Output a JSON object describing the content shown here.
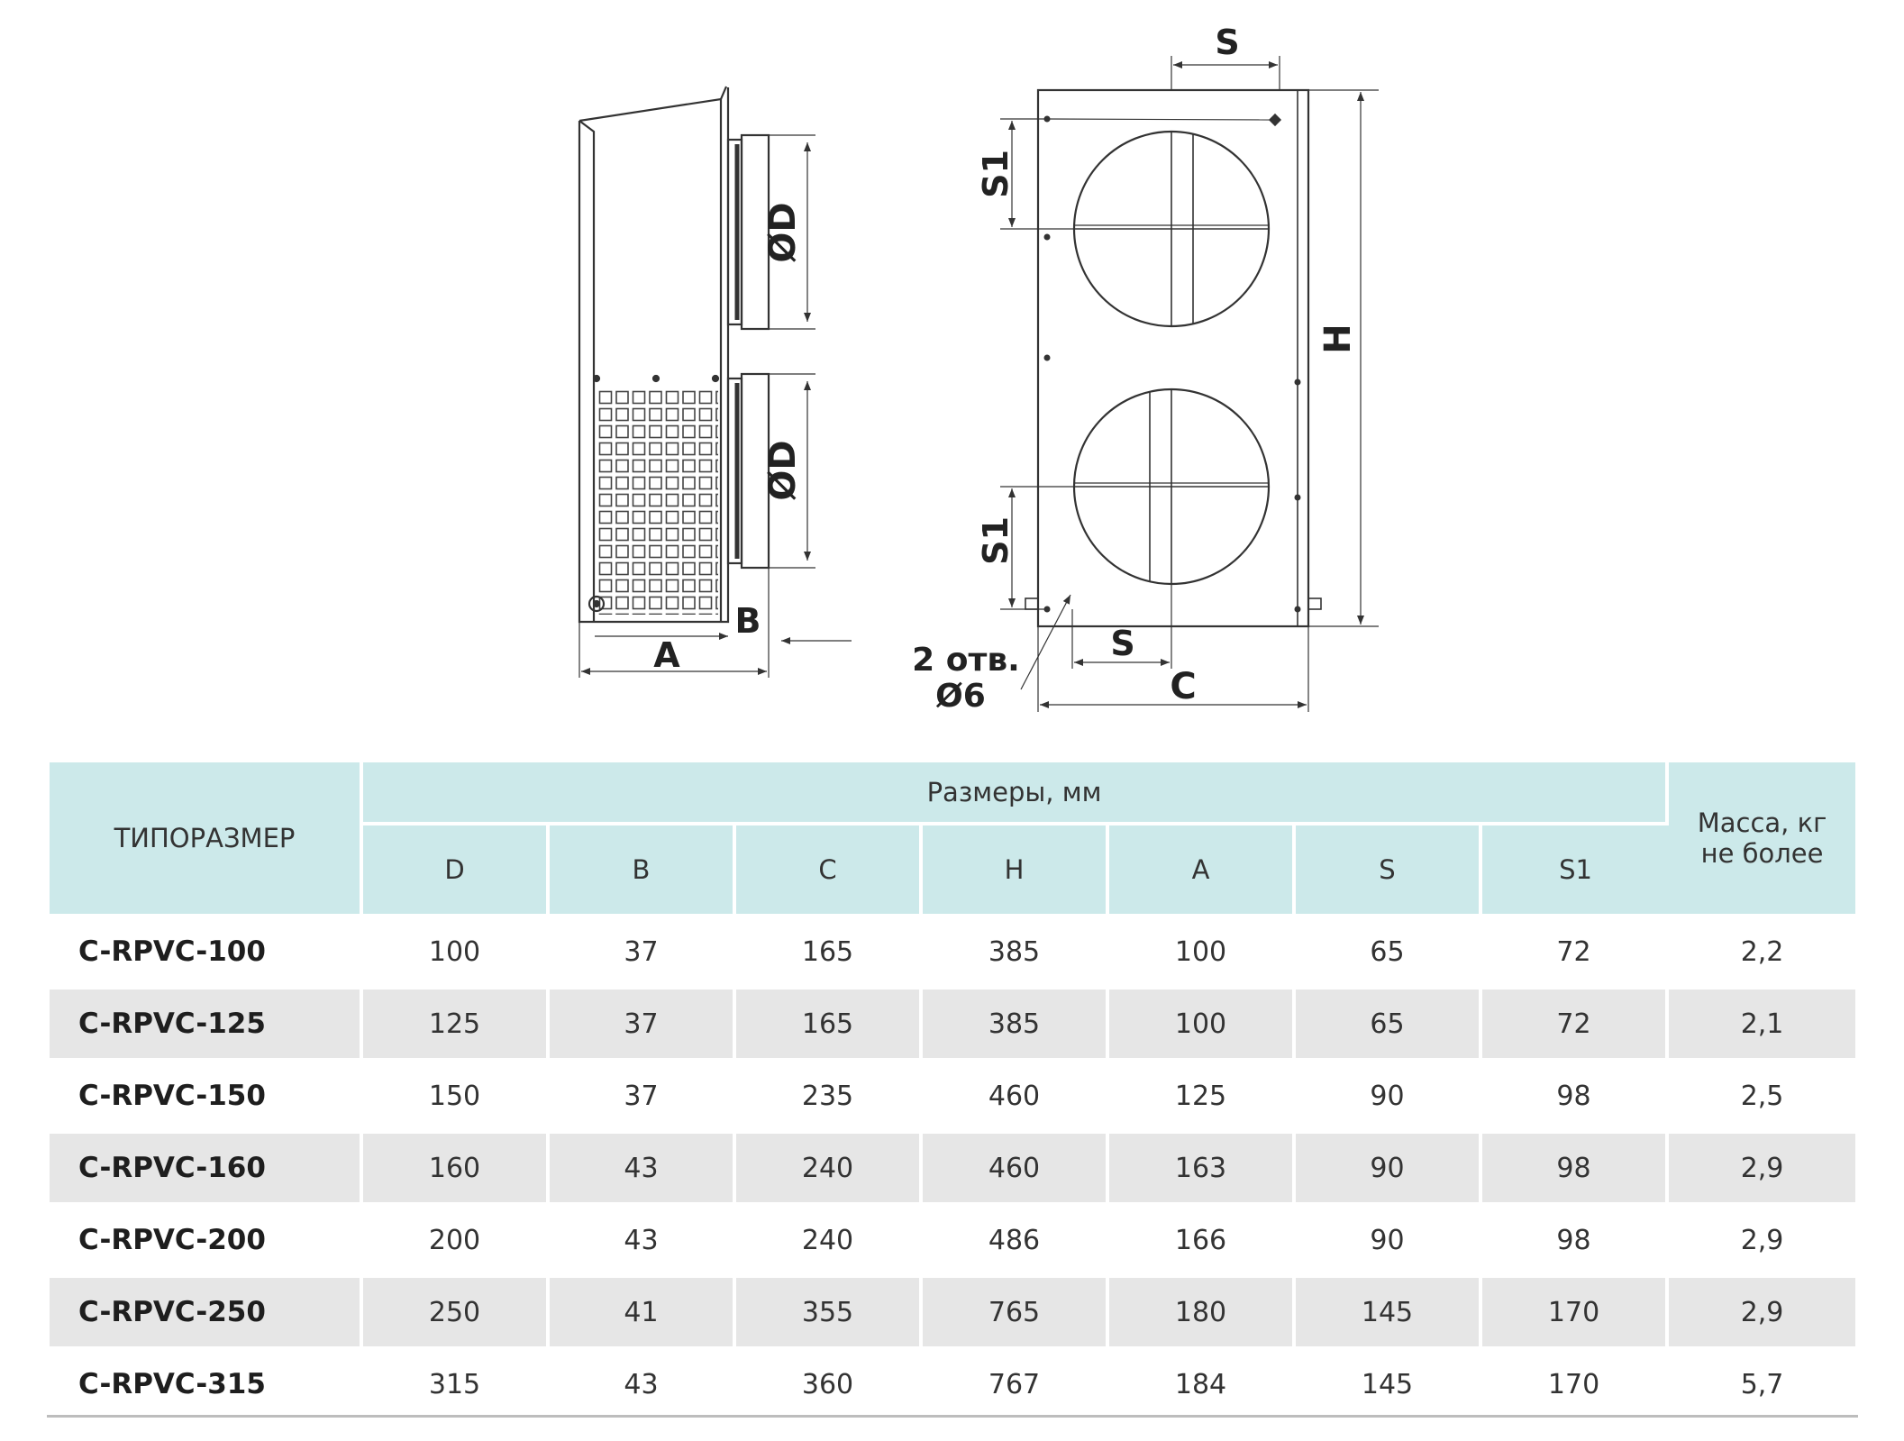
{
  "drawing": {
    "side_view": {
      "label_diameter_top": "ØD",
      "label_diameter_bottom": "ØD",
      "label_a": "A",
      "label_b": "B"
    },
    "front_view": {
      "label_s_top": "S",
      "label_s1_top": "S1",
      "label_s1_bottom": "S1",
      "label_h": "H",
      "label_s_bottom": "S",
      "label_c": "C",
      "note_line1": "2 отв.",
      "note_line2": "Ø6"
    }
  },
  "table": {
    "col_type": "ТИПОРАЗМЕР",
    "group_dims": "Размеры, мм",
    "col_mass_line1": "Масса, кг",
    "col_mass_line2": "не более",
    "dim_columns": [
      "D",
      "B",
      "C",
      "H",
      "A",
      "S",
      "S1"
    ],
    "rows": [
      {
        "name": "C-RPVC-100",
        "values": [
          "100",
          "37",
          "165",
          "385",
          "100",
          "65",
          "72"
        ],
        "mass": "2,2"
      },
      {
        "name": "C-RPVC-125",
        "values": [
          "125",
          "37",
          "165",
          "385",
          "100",
          "65",
          "72"
        ],
        "mass": "2,1"
      },
      {
        "name": "C-RPVC-150",
        "values": [
          "150",
          "37",
          "235",
          "460",
          "125",
          "90",
          "98"
        ],
        "mass": "2,5"
      },
      {
        "name": "C-RPVC-160",
        "values": [
          "160",
          "43",
          "240",
          "460",
          "163",
          "90",
          "98"
        ],
        "mass": "2,9"
      },
      {
        "name": "C-RPVC-200",
        "values": [
          "200",
          "43",
          "240",
          "486",
          "166",
          "90",
          "98"
        ],
        "mass": "2,9"
      },
      {
        "name": "C-RPVC-250",
        "values": [
          "250",
          "41",
          "355",
          "765",
          "180",
          "145",
          "170"
        ],
        "mass": "2,9"
      },
      {
        "name": "C-RPVC-315",
        "values": [
          "315",
          "43",
          "360",
          "767",
          "184",
          "145",
          "170"
        ],
        "mass": "5,7"
      }
    ]
  }
}
